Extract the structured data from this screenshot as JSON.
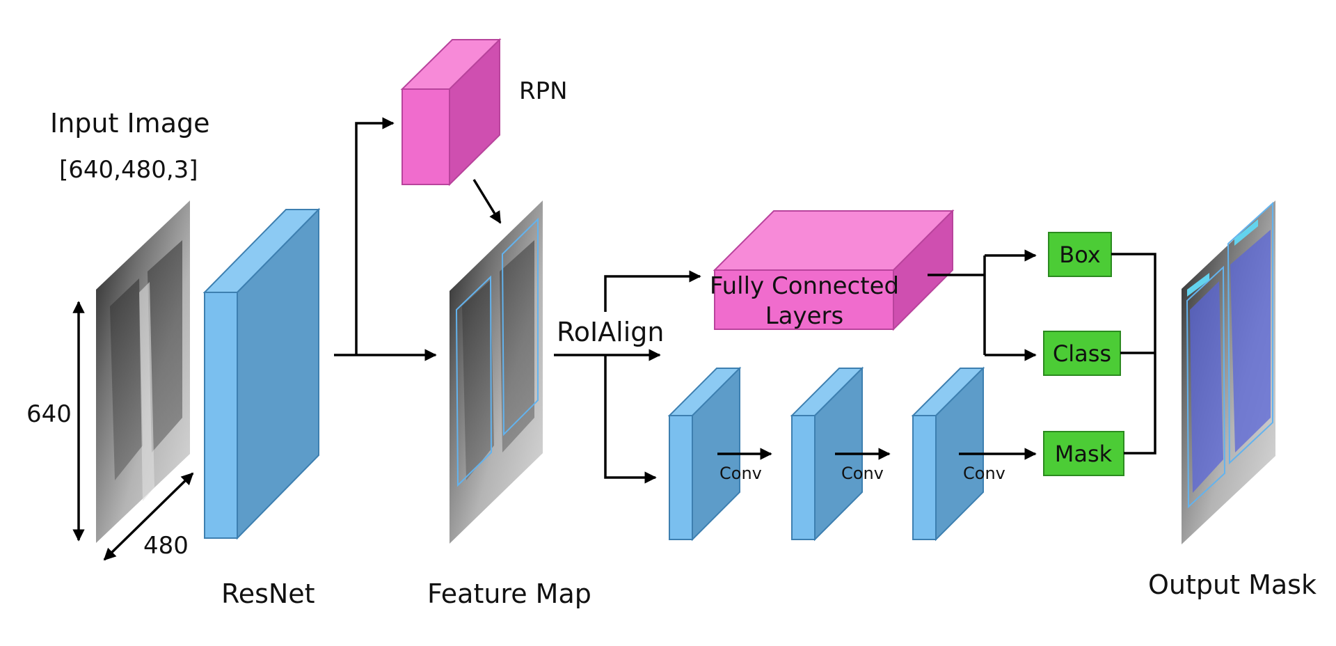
{
  "labels": {
    "input_title": "Input Image",
    "input_shape": "[640,480,3]",
    "dim_height": "640",
    "dim_width": "480",
    "resnet": "ResNet",
    "rpn": "RPN",
    "feature_map": "Feature Map",
    "roialign": "RoIAlign",
    "fc_line1": "Fully Connected",
    "fc_line2": "Layers",
    "conv": "Conv",
    "output_mask": "Output Mask"
  },
  "outputs": [
    "Box",
    "Class",
    "Mask"
  ],
  "colors": {
    "blue_front": "#7abfef",
    "blue_side": "#5d9cc9",
    "blue_top": "#8ccaf3",
    "blue_edge": "#3d7fb0",
    "pink_front": "#f06ccd",
    "pink_side": "#cf4fb0",
    "pink_top": "#f78ad8",
    "pink_edge": "#b8439c",
    "green": "#4ccc36",
    "green_edge": "#2b8a1f",
    "mask_overlay": "#5a66d8"
  }
}
